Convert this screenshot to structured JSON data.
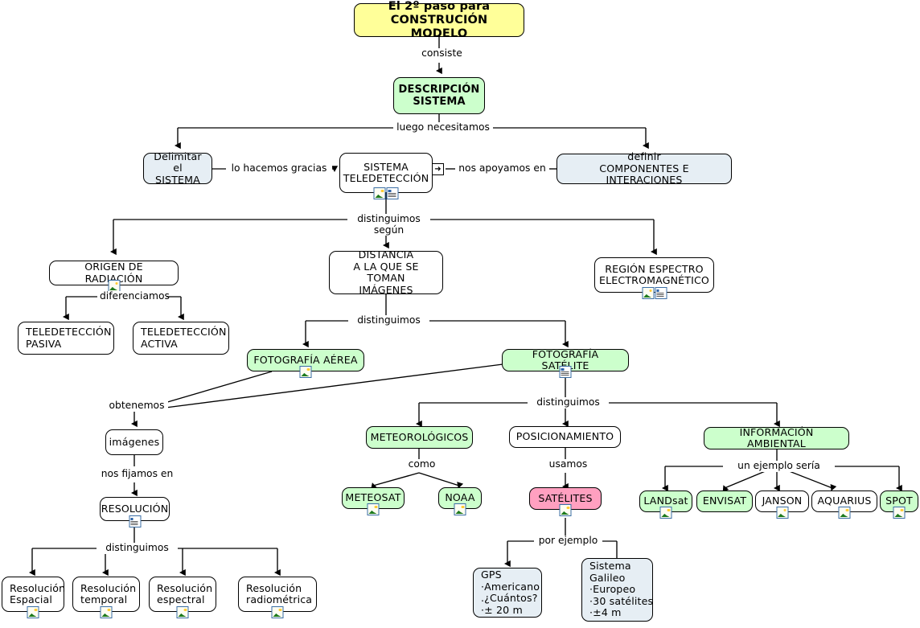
{
  "map": {
    "title_node": {
      "line1": "El 2º paso para",
      "line2": "CONSTRUCIÓN MODELO"
    },
    "colors": {
      "yellow": "#ffff99",
      "green": "#ccffcc",
      "pink": "#ffa0c0",
      "blue": "#e6eef4",
      "white": "#ffffff",
      "line": "#000000"
    }
  },
  "nodes": {
    "titulo": "El 2º paso para\nCONSTRUCIÓN MODELO",
    "descripcion": "DESCRIPCIÓN\nSISTEMA",
    "delimitar": "Delimitar\nel SISTEMA",
    "sistema_teledet": "SISTEMA\nTELEDETECCIÓN",
    "componentes": "definir\nCOMPONENTES E INTERACIONES",
    "origen_radiacion": "ORIGEN DE RADIACIÓN",
    "distancia": "DISTANCIA\nA LA QUE SE TOMAN\nIMÁGENES",
    "region_espectro": "REGIÓN ESPECTRO\nELECTROMAGNÉTICO",
    "teledet_pasiva": "TELEDETECCIÓN\nPASIVA",
    "teledet_activa": "TELEDETECCIÓN\nACTIVA",
    "foto_aerea": "FOTOGRAFÍA AÉREA",
    "foto_satelite": "FOTOGRAFÍA SATÉLITE",
    "imagenes": "imágenes",
    "resolucion": "RESOLUCIÓN",
    "res_espacial": "Resolución\nEspacial",
    "res_temporal": "Resolución\ntemporal",
    "res_espectral": "Resolución\nespectral",
    "res_radiometrica": "Resolución\nradiométrica",
    "meteorologicos": "METEOROLÓGICOS",
    "meteosat": "METEOSAT",
    "noaa": "NOAA",
    "posicionamiento": "POSICIONAMIENTO",
    "satelites": "SATÉLITES",
    "gps": "GPS\n·Americano\n.¿Cuántos?\n·± 20 m",
    "galileo": "Sistema\nGalileo\n·Europeo\n·30 satélites\n·±4 m",
    "info_ambiental": "INFORMACIÓN AMBIENTAL",
    "landsat": "LANDsat",
    "envisat": "ENVISAT",
    "janson": "JANSON",
    "aquarius": "AQUARIUS",
    "spot": "SPOT"
  },
  "edge_labels": {
    "consiste": "consiste",
    "luego_necesitamos": "luego necesitamos",
    "lo_hacemos_gracias": "lo hacemos gracias",
    "nos_apoyamos_en": "nos apoyamos en",
    "distinguimos_segun": "distinguimos\nsegún",
    "diferenciamos": "diferenciamos",
    "distinguimos_foto": "distinguimos",
    "obtenemos": "obtenemos",
    "nos_fijamos_en": "nos fijamos en",
    "distinguimos_res": "distinguimos",
    "distinguimos_sat": "distinguimos",
    "como": "como",
    "usamos": "usamos",
    "por_ejemplo": "por ejemplo",
    "un_ejemplo_seria": "un ejemplo sería"
  },
  "icons": {
    "image": "image-resource-icon",
    "document": "document-resource-icon",
    "link": "link-resource-icon"
  }
}
